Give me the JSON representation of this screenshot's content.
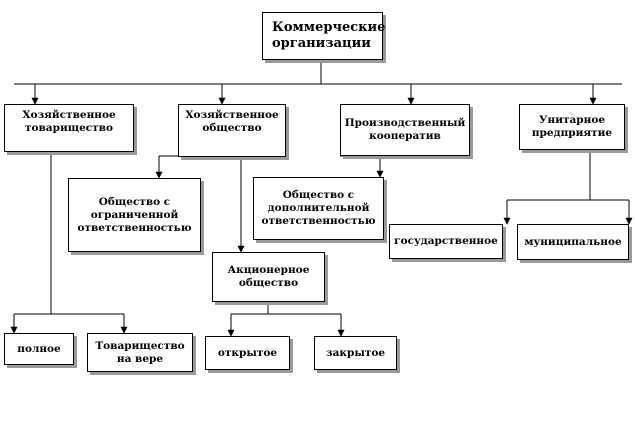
{
  "diagram": {
    "root": "Коммерческие\nорганизации",
    "business_partnership": "Хозяйственное\nтоварищество",
    "business_company": "Хозяйственное\nобщество",
    "cooperative": "Производственный\nкооператив",
    "unitary_enterprise": "Унитарное\nпредприятие",
    "llc": "Общество с\nограниченной\nответственностью",
    "alc": "Общество с\nдополнительной\nответственностью",
    "joint_stock": "Акционерное\nобщество",
    "state": "государственное",
    "municipal": "муниципальное",
    "full": "полное",
    "limited_partnership": "Товарищество\nна вере",
    "open": "открытое",
    "closed": "закрытое"
  }
}
